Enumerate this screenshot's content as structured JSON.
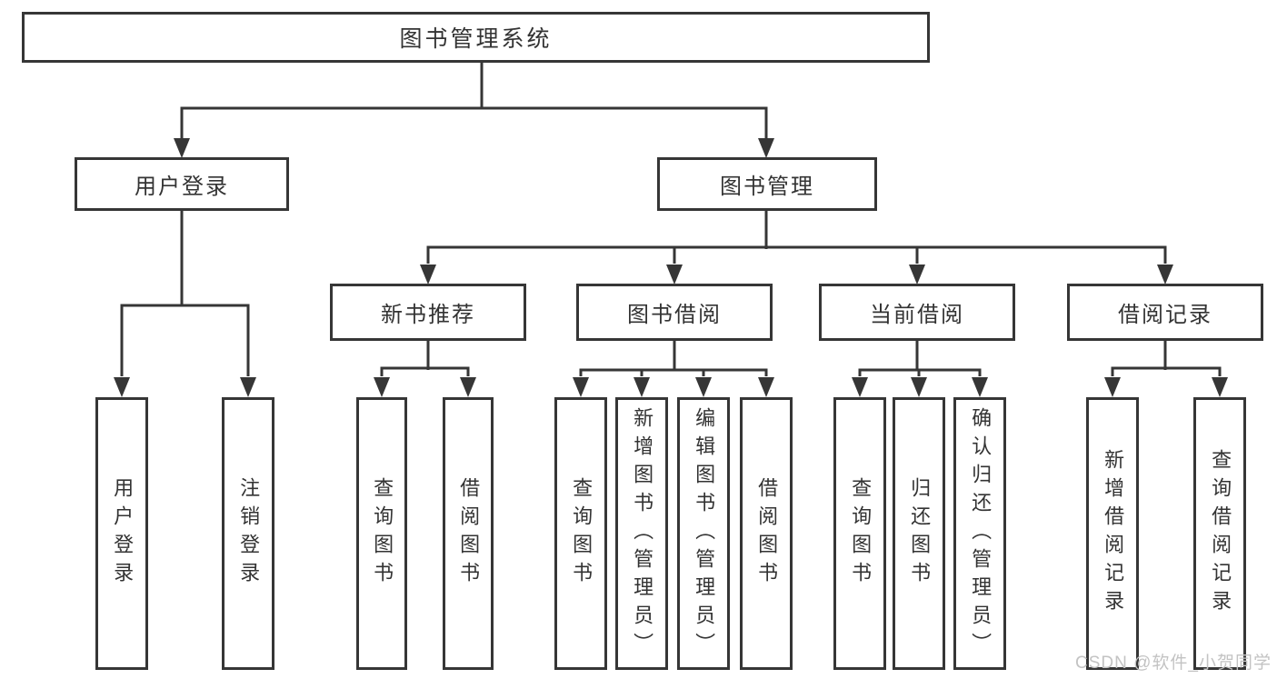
{
  "diagram_type": "hierarchy-tree",
  "tree": {
    "label": "图书管理系统",
    "children": [
      {
        "label": "用户登录",
        "children": [
          {
            "label": "用户登录"
          },
          {
            "label": "注销登录"
          }
        ]
      },
      {
        "label": "图书管理",
        "children": [
          {
            "label": "新书推荐",
            "children": [
              {
                "label": "查询图书"
              },
              {
                "label": "借阅图书"
              }
            ]
          },
          {
            "label": "图书借阅",
            "children": [
              {
                "label": "查询图书"
              },
              {
                "label": "新增图书（管理员）"
              },
              {
                "label": "编辑图书（管理员）"
              },
              {
                "label": "借阅图书"
              }
            ]
          },
          {
            "label": "当前借阅",
            "children": [
              {
                "label": "查询图书"
              },
              {
                "label": "归还图书"
              },
              {
                "label": "确认归还（管理员）"
              }
            ]
          },
          {
            "label": "借阅记录",
            "children": [
              {
                "label": "新增借阅记录"
              },
              {
                "label": "查询借阅记录"
              }
            ]
          }
        ]
      }
    ]
  },
  "watermark": {
    "text": "CSDN @软件_小贺同学"
  },
  "colors": {
    "line": "#363636",
    "box_border": "#363636",
    "box_background": "#ffffff",
    "text": "#333333",
    "watermark": "#c3c3c3",
    "background": "#ffffff"
  }
}
